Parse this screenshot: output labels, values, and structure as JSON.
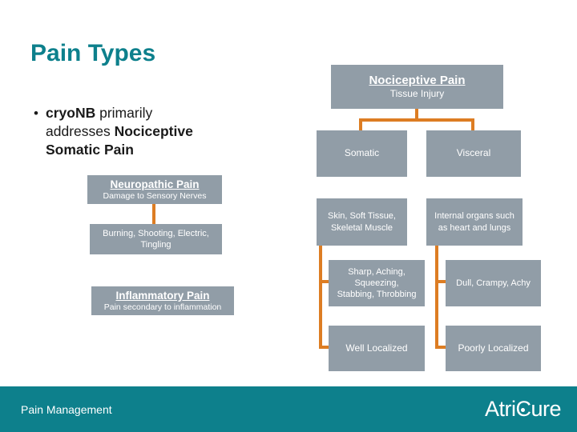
{
  "slide": {
    "title": "Pain Types",
    "bullet": {
      "marker": "•",
      "l1b": "cryoNB",
      "l1r": " primarily",
      "l2r": "addresses ",
      "l2b": "Nociceptive",
      "l3b": "Somatic Pain"
    },
    "footer": {
      "left": "Pain Management",
      "logo_pre": "Atri",
      "logo_c": "C",
      "logo_post": "ure"
    }
  },
  "colors": {
    "teal": "#0D808C",
    "box_gray": "#919DA7",
    "connector_orange": "#DD7D23",
    "body_black": "#1A1A1A"
  },
  "diagram": {
    "nociceptive": {
      "title": "Nociceptive Pain",
      "subtitle": "Tissue Injury"
    },
    "somatic": {
      "label": "Somatic"
    },
    "visceral": {
      "label": "Visceral"
    },
    "skin": {
      "line1": "Skin, Soft Tissue,",
      "line2": "Skeletal Muscle"
    },
    "internal": {
      "line1": "Internal organs such",
      "line2": "as heart and lungs"
    },
    "sharp": {
      "line1": "Sharp, Aching,",
      "line2": "Squeezing,",
      "line3": "Stabbing, Throbbing"
    },
    "dull": {
      "label": "Dull, Crampy, Achy"
    },
    "well": {
      "label": "Well Localized"
    },
    "poorly": {
      "label": "Poorly Localized"
    },
    "neuropathic": {
      "title": "Neuropathic Pain",
      "subtitle": "Damage to Sensory Nerves"
    },
    "burning": {
      "line1": "Burning, Shooting, Electric,",
      "line2": "Tingling"
    },
    "inflammatory": {
      "title": "Inflammatory Pain",
      "subtitle": "Pain secondary to inflammation"
    }
  }
}
